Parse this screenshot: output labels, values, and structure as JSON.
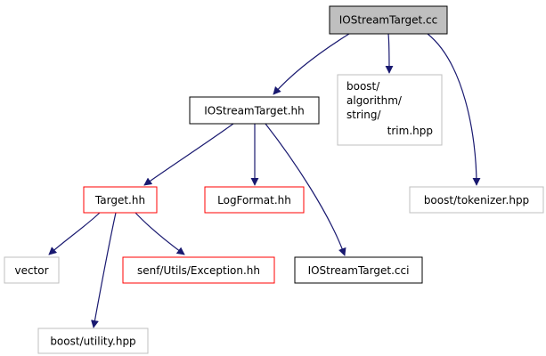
{
  "diagram": {
    "nodes": {
      "root": {
        "label": "IOStreamTarget.cc",
        "fill": "#bfbfbf",
        "stroke": "#000000",
        "text": "#000000"
      },
      "hh": {
        "label": "IOStreamTarget.hh",
        "fill": "#ffffff",
        "stroke": "#000000",
        "text": "#000000"
      },
      "trim": {
        "lines": [
          "boost/",
          "algorithm/",
          "string/",
          "trim.hpp"
        ],
        "fill": "#ffffff",
        "stroke": "#bfbfbf",
        "text": "#000000"
      },
      "tokenizer": {
        "label": "boost/tokenizer.hpp",
        "fill": "#ffffff",
        "stroke": "#bfbfbf",
        "text": "#000000"
      },
      "target": {
        "label": "Target.hh",
        "fill": "#ffffff",
        "stroke": "#ff0000",
        "text": "#000000"
      },
      "logformat": {
        "label": "LogFormat.hh",
        "fill": "#ffffff",
        "stroke": "#ff0000",
        "text": "#000000"
      },
      "cci": {
        "label": "IOStreamTarget.cci",
        "fill": "#ffffff",
        "stroke": "#000000",
        "text": "#000000"
      },
      "vector": {
        "label": "vector",
        "fill": "#ffffff",
        "stroke": "#bfbfbf",
        "text": "#000000"
      },
      "exception": {
        "label": "senf/Utils/Exception.hh",
        "fill": "#ffffff",
        "stroke": "#ff0000",
        "text": "#000000"
      },
      "utility": {
        "label": "boost/utility.hpp",
        "fill": "#ffffff",
        "stroke": "#bfbfbf",
        "text": "#000000"
      }
    },
    "edges": [
      {
        "from": "root",
        "to": "hh"
      },
      {
        "from": "root",
        "to": "trim"
      },
      {
        "from": "root",
        "to": "tokenizer"
      },
      {
        "from": "hh",
        "to": "target"
      },
      {
        "from": "hh",
        "to": "logformat"
      },
      {
        "from": "hh",
        "to": "cci"
      },
      {
        "from": "target",
        "to": "vector"
      },
      {
        "from": "target",
        "to": "exception"
      },
      {
        "from": "target",
        "to": "utility"
      }
    ],
    "edge_color": "#191970"
  }
}
